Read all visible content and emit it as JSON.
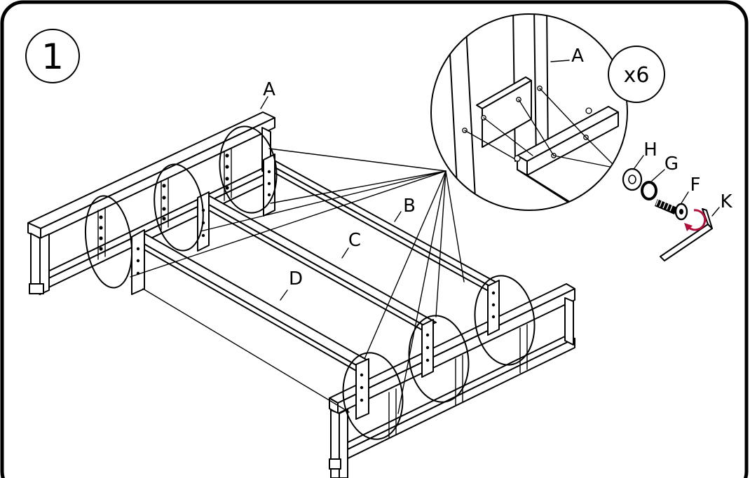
{
  "step": {
    "number": "1",
    "quantity": "x6"
  },
  "parts": {
    "A": "A",
    "B": "B",
    "C": "C",
    "D": "D",
    "A_detail": "A",
    "H": "H",
    "G": "G",
    "F": "F",
    "K": "K"
  },
  "colors": {
    "line": "#000000",
    "background": "#ffffff",
    "rotation_arrow": "#b0103a"
  }
}
